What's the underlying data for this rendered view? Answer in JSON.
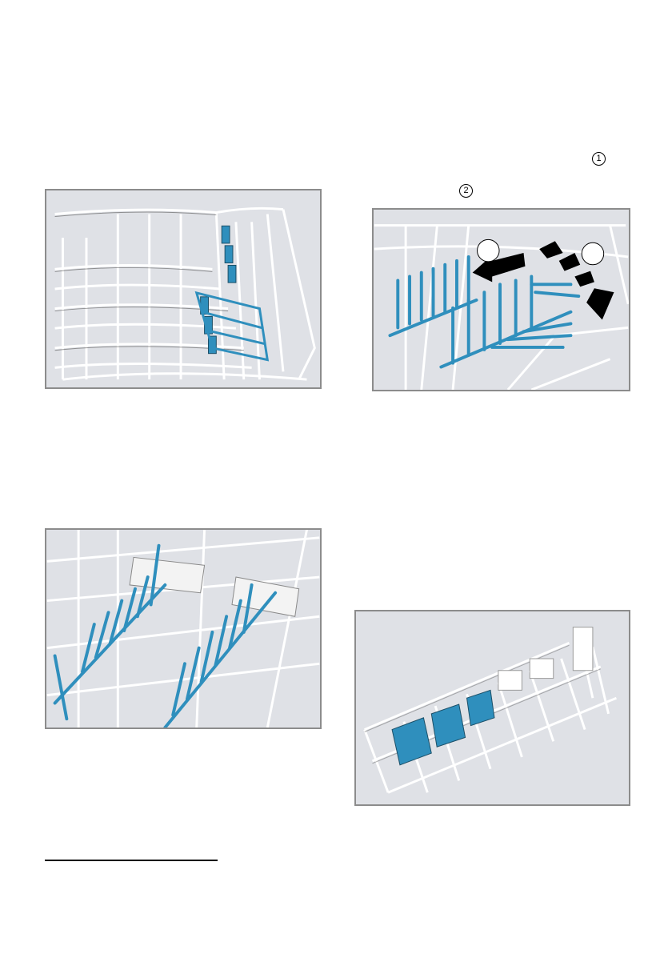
{
  "callouts": {
    "one": "1",
    "two": "2"
  },
  "figure_callouts": {
    "one": "1",
    "two": "2"
  },
  "colors": {
    "panel_bg": "#dfe1e6",
    "panel_border": "#8c8c8c",
    "wire": "#ffffff",
    "blue_part": "#2f8fbd",
    "arrow": "#000000"
  }
}
